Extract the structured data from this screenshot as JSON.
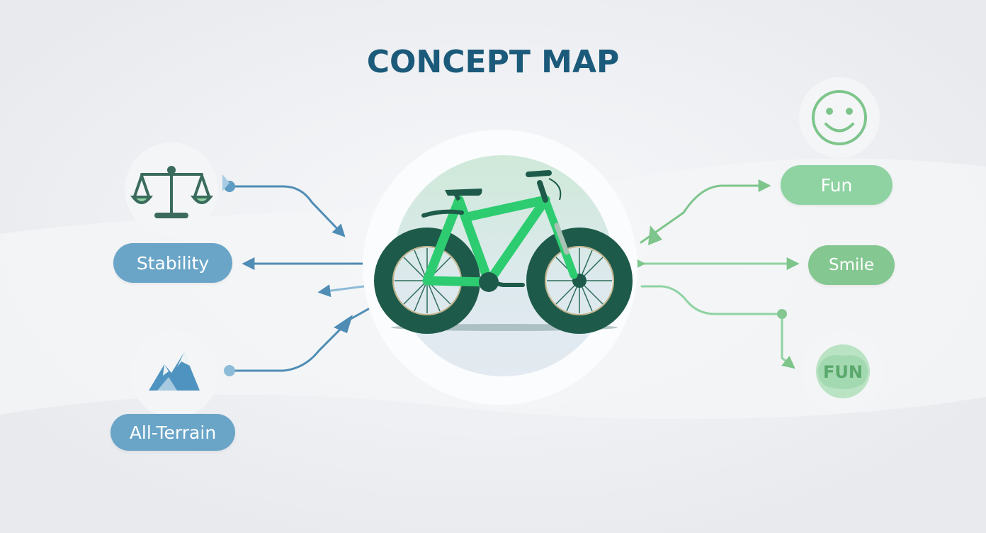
{
  "title": "CONCEPT MAP",
  "center": {
    "icon": "fat-tire-bicycle-icon"
  },
  "left_nodes": [
    {
      "label": "Stability",
      "icon": "balance-scale-icon"
    },
    {
      "label": "All-Terrain",
      "icon": "mountain-icon"
    }
  ],
  "right_nodes": [
    {
      "label": "Fun",
      "icon": "smiley-face-icon"
    },
    {
      "label": "Smile"
    },
    {
      "label": "FUN",
      "icon": "fun-badge-icon"
    }
  ],
  "colors": {
    "title": "#1b5a7a",
    "blue_node": "#6aa5c8",
    "blue_line": "#4f8db5",
    "green_node": "#8fd3a3",
    "green_node_dark": "#84c791",
    "green_line": "#7dc58b",
    "bike": "#2ecc71",
    "tire": "#1e5a4a",
    "icon_dark": "#3a6b5c",
    "icon_blue": "#4f94c0"
  }
}
